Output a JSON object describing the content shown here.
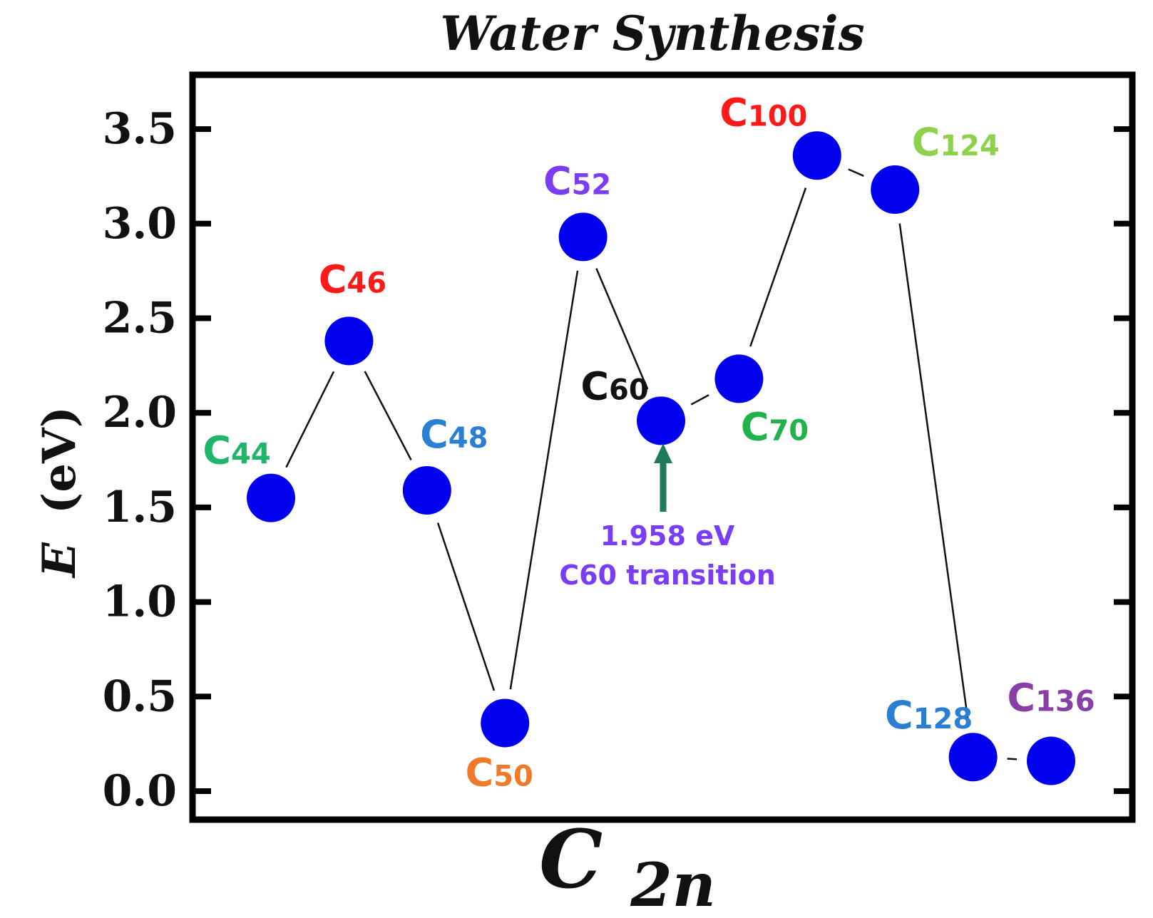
{
  "chart_data": {
    "type": "line",
    "title": "Water Synthesis",
    "ylabel_italic": "E",
    "ylabel_unit": "(eV)",
    "xlabel_main": "C",
    "xlabel_sub": "2n",
    "ylim": [
      -0.02,
      3.72
    ],
    "yticks": [
      "0.0",
      "0.5",
      "1.0",
      "1.5",
      "2.0",
      "2.5",
      "3.0",
      "3.5"
    ],
    "grid": false,
    "marker_color": "#0000ee",
    "line_color": "#111111",
    "points": [
      {
        "base": "C",
        "sub": "44",
        "y": 1.55,
        "color": "#1fb56a"
      },
      {
        "base": "C",
        "sub": "46",
        "y": 2.38,
        "color": "#ff1a1a"
      },
      {
        "base": "C",
        "sub": "48",
        "y": 1.59,
        "color": "#2a7fd4"
      },
      {
        "base": "C",
        "sub": "50",
        "y": 0.36,
        "color": "#f07a2a"
      },
      {
        "base": "C",
        "sub": "52",
        "y": 2.93,
        "color": "#7b3cf5"
      },
      {
        "base": "C",
        "sub": "60",
        "y": 1.958,
        "color": "#111111"
      },
      {
        "base": "C",
        "sub": "70",
        "y": 2.18,
        "color": "#22b24c"
      },
      {
        "base": "C",
        "sub": "100",
        "y": 3.36,
        "color": "#ff1a1a"
      },
      {
        "base": "C",
        "sub": "124",
        "y": 3.18,
        "color": "#8ed14a"
      },
      {
        "base": "C",
        "sub": "128",
        "y": 0.18,
        "color": "#2a7fd4"
      },
      {
        "base": "C",
        "sub": "136",
        "y": 0.16,
        "color": "#8a3ea8"
      }
    ],
    "annotation": {
      "lines": [
        "1.958 eV",
        "C60 transition"
      ],
      "color": "#7b3cf5",
      "arrow_color": "#1f7a5a",
      "target": "C60"
    }
  }
}
